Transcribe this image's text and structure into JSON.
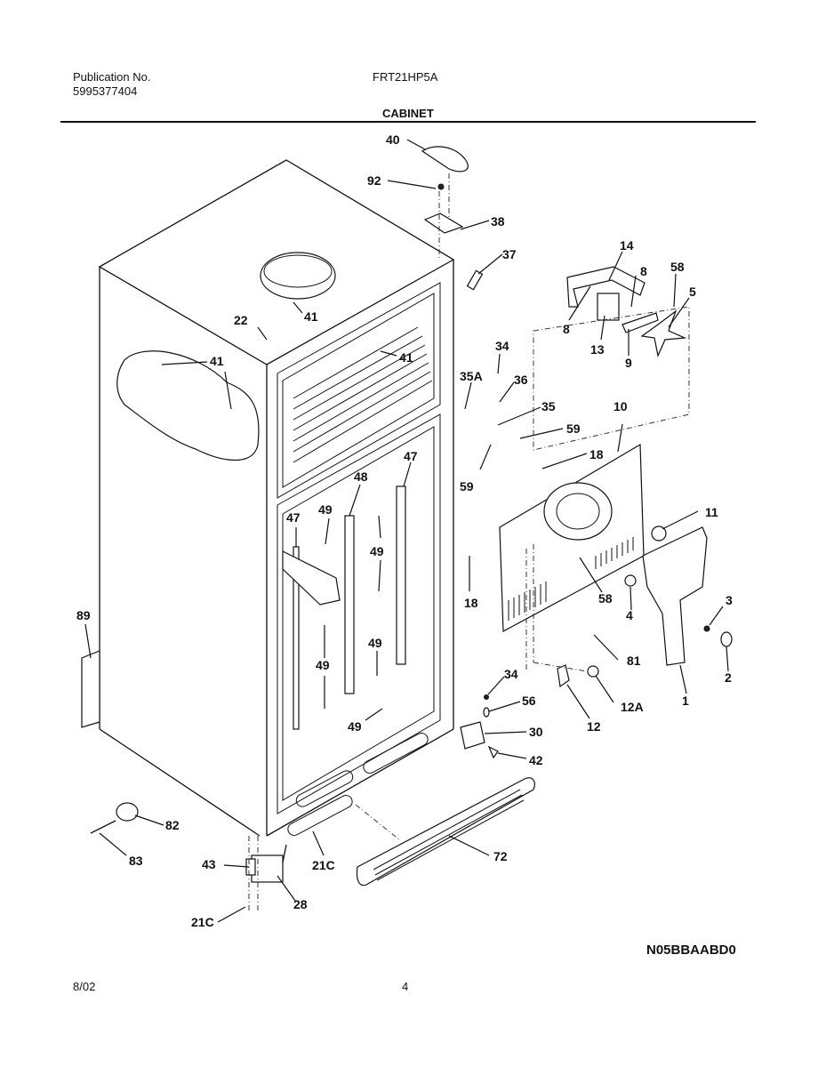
{
  "header": {
    "publication_label": "Publication No.",
    "publication_number": "5995377404",
    "model": "FRT21HP5A",
    "section_title": "CABINET"
  },
  "diagram": {
    "code": "N05BBAABD0",
    "callouts": {
      "c40": "40",
      "c92": "92",
      "c38": "38",
      "c37": "37",
      "c14": "14",
      "c8a": "8",
      "c58a": "58",
      "c5": "5",
      "c8b": "8",
      "c13": "13",
      "c9": "9",
      "c22": "22",
      "c41a": "41",
      "c41b": "41",
      "c41c": "41",
      "c34a": "34",
      "c35a": "35A",
      "c36": "36",
      "c35": "35",
      "c59a": "59",
      "c59b": "59",
      "c10": "10",
      "c18a": "18",
      "c18b": "18",
      "c47a": "47",
      "c47b": "47",
      "c48": "48",
      "c49a": "49",
      "c49b": "49",
      "c49c": "49",
      "c49d": "49",
      "c49e": "49",
      "c11": "11",
      "c58b": "58",
      "c4": "4",
      "c3": "3",
      "c2": "2",
      "c1": "1",
      "c81": "81",
      "c89": "89",
      "c34b": "34",
      "c56": "56",
      "c30": "30",
      "c42": "42",
      "c12": "12",
      "c12a": "12A",
      "c82": "82",
      "c83": "83",
      "c43": "43",
      "c28": "28",
      "c21c_a": "21C",
      "c21c_b": "21C",
      "c72": "72"
    }
  },
  "footer": {
    "date": "8/02",
    "page": "4"
  }
}
